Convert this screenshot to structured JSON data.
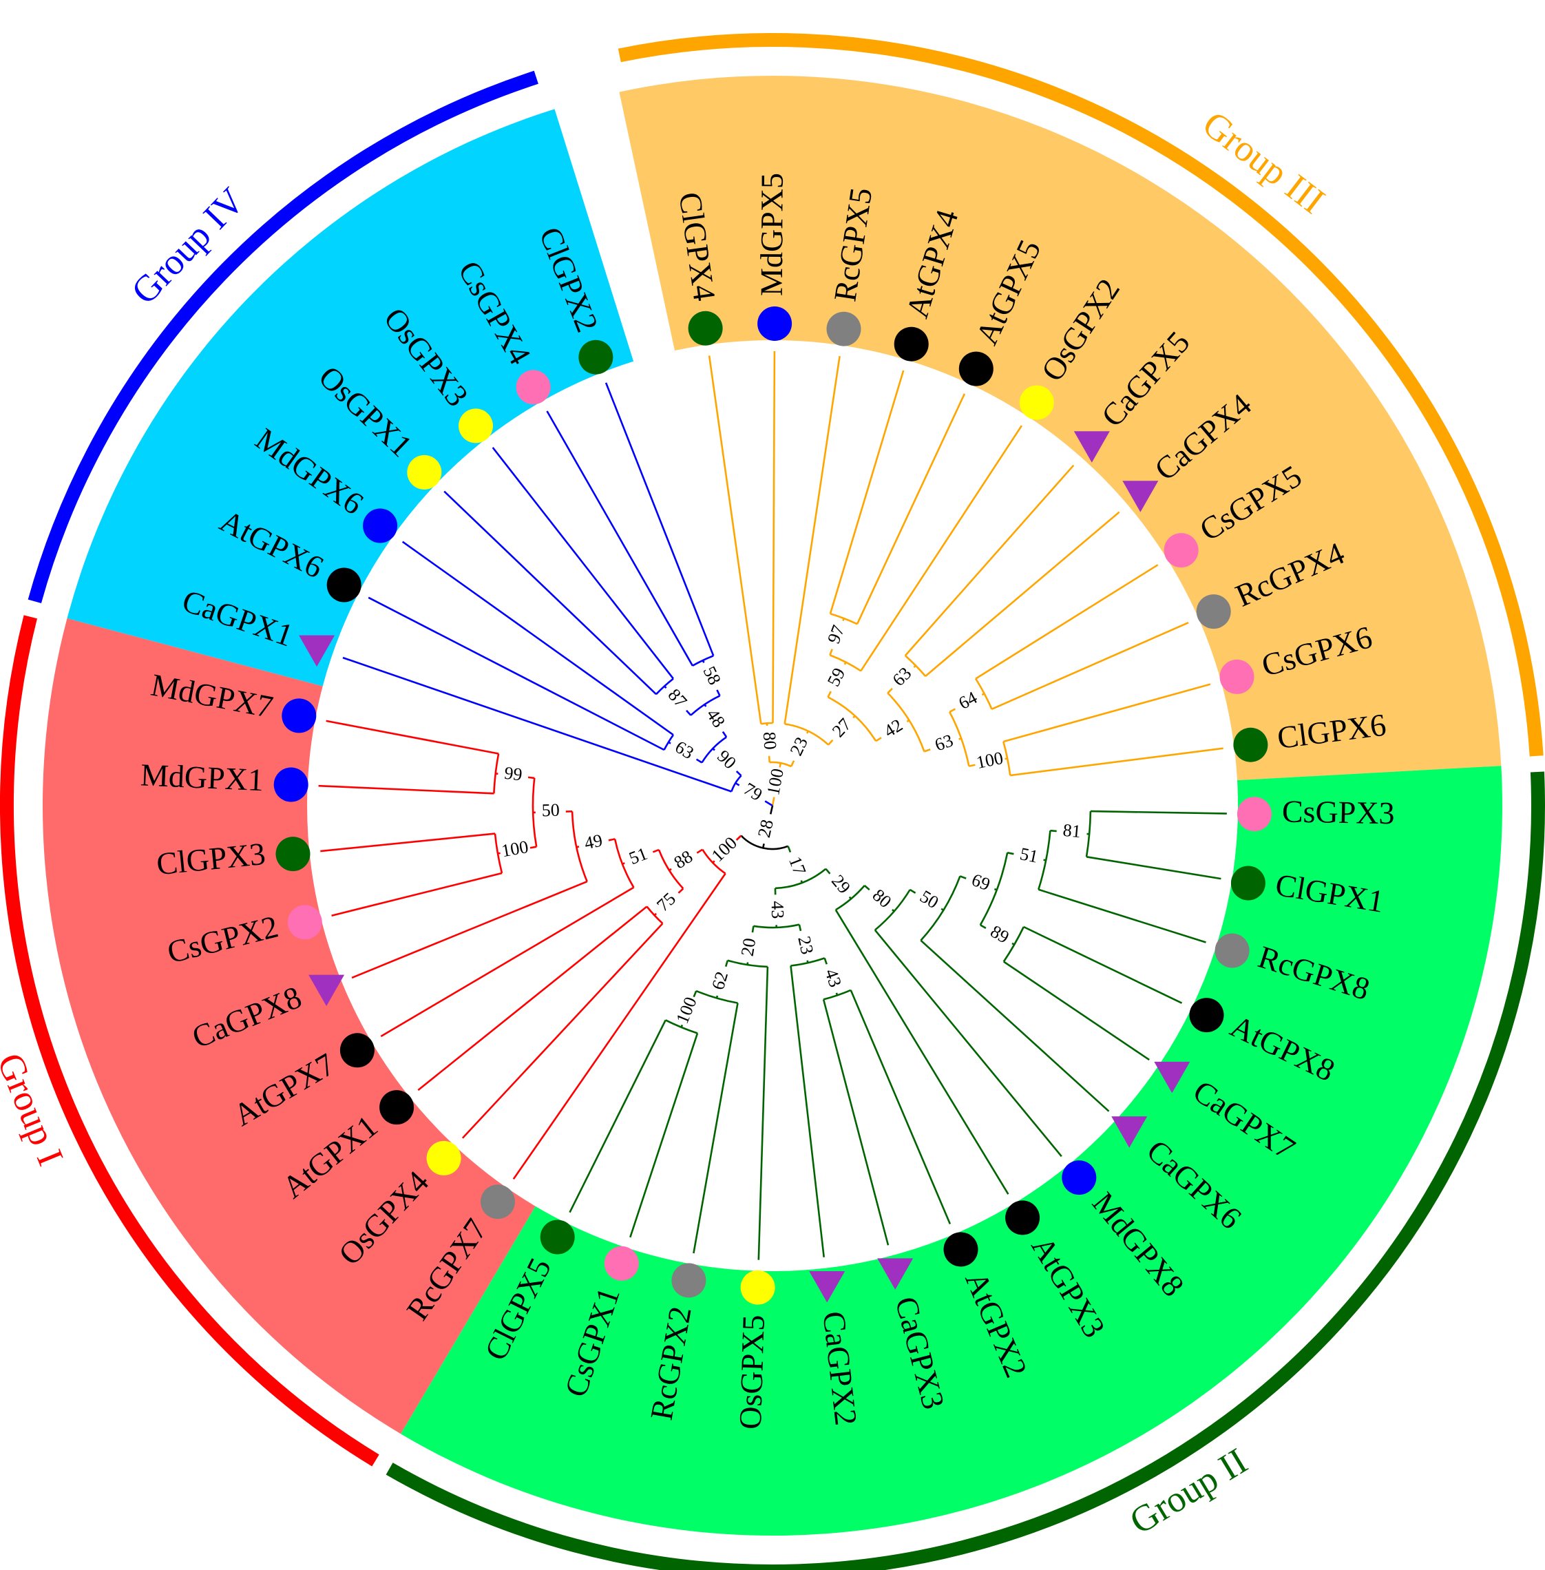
{
  "groups": [
    {
      "id": "I",
      "label": "Group I",
      "color": "#ff0000",
      "bg": "#ff6b6b"
    },
    {
      "id": "II",
      "label": "Group II",
      "color": "#006400",
      "bg": "#00ff66"
    },
    {
      "id": "III",
      "label": "Group III",
      "color": "#ffa500",
      "bg": "#ffc966"
    },
    {
      "id": "IV",
      "label": "Group IV",
      "color": "#0000ff",
      "bg": "#00d4ff"
    }
  ],
  "root_color": "#000000",
  "marker_colors": {
    "Cl": "#006400",
    "Cs": "#ff6fb4",
    "Os": "#ffff00",
    "Md": "#0000ff",
    "At": "#000000",
    "Rc": "#808080",
    "Ca": "#a030c0"
  },
  "leaves": [
    {
      "name": "ClGPX4",
      "group": "III",
      "species": "Cl",
      "shape": "circle"
    },
    {
      "name": "MdGPX5",
      "group": "III",
      "species": "Md",
      "shape": "circle"
    },
    {
      "name": "RcGPX5",
      "group": "III",
      "species": "Rc",
      "shape": "circle"
    },
    {
      "name": "AtGPX4",
      "group": "III",
      "species": "At",
      "shape": "circle"
    },
    {
      "name": "AtGPX5",
      "group": "III",
      "species": "At",
      "shape": "circle"
    },
    {
      "name": "OsGPX2",
      "group": "III",
      "species": "Os",
      "shape": "circle"
    },
    {
      "name": "CaGPX5",
      "group": "III",
      "species": "Ca",
      "shape": "triangle"
    },
    {
      "name": "CaGPX4",
      "group": "III",
      "species": "Ca",
      "shape": "triangle"
    },
    {
      "name": "CsGPX5",
      "group": "III",
      "species": "Cs",
      "shape": "circle"
    },
    {
      "name": "RcGPX4",
      "group": "III",
      "species": "Rc",
      "shape": "circle"
    },
    {
      "name": "CsGPX6",
      "group": "III",
      "species": "Cs",
      "shape": "circle"
    },
    {
      "name": "ClGPX6",
      "group": "III",
      "species": "Cl",
      "shape": "circle"
    },
    {
      "name": "CsGPX3",
      "group": "II",
      "species": "Cs",
      "shape": "circle"
    },
    {
      "name": "ClGPX1",
      "group": "II",
      "species": "Cl",
      "shape": "circle"
    },
    {
      "name": "RcGPX8",
      "group": "II",
      "species": "Rc",
      "shape": "circle"
    },
    {
      "name": "AtGPX8",
      "group": "II",
      "species": "At",
      "shape": "circle"
    },
    {
      "name": "CaGPX7",
      "group": "II",
      "species": "Ca",
      "shape": "triangle"
    },
    {
      "name": "CaGPX6",
      "group": "II",
      "species": "Ca",
      "shape": "triangle"
    },
    {
      "name": "MdGPX8",
      "group": "II",
      "species": "Md",
      "shape": "circle"
    },
    {
      "name": "AtGPX3",
      "group": "II",
      "species": "At",
      "shape": "circle"
    },
    {
      "name": "AtGPX2",
      "group": "II",
      "species": "At",
      "shape": "circle"
    },
    {
      "name": "CaGPX3",
      "group": "II",
      "species": "Ca",
      "shape": "triangle"
    },
    {
      "name": "CaGPX2",
      "group": "II",
      "species": "Ca",
      "shape": "triangle"
    },
    {
      "name": "OsGPX5",
      "group": "II",
      "species": "Os",
      "shape": "circle"
    },
    {
      "name": "RcGPX2",
      "group": "II",
      "species": "Rc",
      "shape": "circle"
    },
    {
      "name": "CsGPX1",
      "group": "II",
      "species": "Cs",
      "shape": "circle"
    },
    {
      "name": "ClGPX5",
      "group": "II",
      "species": "Cl",
      "shape": "circle"
    },
    {
      "name": "RcGPX7",
      "group": "I",
      "species": "Rc",
      "shape": "circle"
    },
    {
      "name": "OsGPX4",
      "group": "I",
      "species": "Os",
      "shape": "circle"
    },
    {
      "name": "AtGPX1",
      "group": "I",
      "species": "At",
      "shape": "circle"
    },
    {
      "name": "AtGPX7",
      "group": "I",
      "species": "At",
      "shape": "circle"
    },
    {
      "name": "CaGPX8",
      "group": "I",
      "species": "Ca",
      "shape": "triangle"
    },
    {
      "name": "CsGPX2",
      "group": "I",
      "species": "Cs",
      "shape": "circle"
    },
    {
      "name": "ClGPX3",
      "group": "I",
      "species": "Cl",
      "shape": "circle"
    },
    {
      "name": "MdGPX1",
      "group": "I",
      "species": "Md",
      "shape": "circle"
    },
    {
      "name": "MdGPX7",
      "group": "I",
      "species": "Md",
      "shape": "circle"
    },
    {
      "name": "CaGPX1",
      "group": "IV",
      "species": "Ca",
      "shape": "triangle"
    },
    {
      "name": "AtGPX6",
      "group": "IV",
      "species": "At",
      "shape": "circle"
    },
    {
      "name": "MdGPX6",
      "group": "IV",
      "species": "Md",
      "shape": "circle"
    },
    {
      "name": "OsGPX1",
      "group": "IV",
      "species": "Os",
      "shape": "circle"
    },
    {
      "name": "OsGPX3",
      "group": "IV",
      "species": "Os",
      "shape": "circle"
    },
    {
      "name": "CsGPX4",
      "group": "IV",
      "species": "Cs",
      "shape": "circle"
    },
    {
      "name": "ClGPX2",
      "group": "IV",
      "species": "Cl",
      "shape": "circle"
    }
  ],
  "tree": {
    "group": "root",
    "children": [
      {
        "group": "III",
        "bootstrap": "100",
        "children": [
          {
            "group": "III",
            "bootstrap": "80",
            "children": [
              {
                "leaf": 0
              },
              {
                "leaf": 1
              }
            ]
          },
          {
            "group": "III",
            "bootstrap": "23",
            "children": [
              {
                "leaf": 2
              },
              {
                "group": "III",
                "bootstrap": "27",
                "children": [
                  {
                    "group": "III",
                    "bootstrap": "59",
                    "children": [
                      {
                        "group": "III",
                        "bootstrap": "97",
                        "children": [
                          {
                            "leaf": 3
                          },
                          {
                            "leaf": 4
                          }
                        ]
                      },
                      {
                        "leaf": 5
                      }
                    ]
                  },
                  {
                    "group": "III",
                    "bootstrap": "42",
                    "children": [
                      {
                        "group": "III",
                        "bootstrap": "63",
                        "children": [
                          {
                            "leaf": 6
                          },
                          {
                            "leaf": 7
                          }
                        ]
                      },
                      {
                        "group": "III",
                        "bootstrap": "63",
                        "children": [
                          {
                            "group": "III",
                            "bootstrap": "64",
                            "children": [
                              {
                                "leaf": 8
                              },
                              {
                                "leaf": 9
                              }
                            ]
                          },
                          {
                            "group": "III",
                            "bootstrap": "100",
                            "children": [
                              {
                                "leaf": 10
                              },
                              {
                                "leaf": 11
                              }
                            ]
                          }
                        ]
                      }
                    ]
                  }
                ]
              }
            ]
          }
        ]
      },
      {
        "group": "root",
        "bootstrap": "28",
        "children": [
          {
            "group": "II",
            "bootstrap": "17",
            "children": [
              {
                "group": "II",
                "bootstrap": "29",
                "children": [
                  {
                    "group": "II",
                    "bootstrap": "80",
                    "children": [
                      {
                        "group": "II",
                        "bootstrap": "50",
                        "children": [
                          {
                            "group": "II",
                            "bootstrap": "69",
                            "children": [
                              {
                                "group": "II",
                                "bootstrap": "51",
                                "children": [
                                  {
                                    "group": "II",
                                    "bootstrap": "81",
                                    "children": [
                                      {
                                        "leaf": 12
                                      },
                                      {
                                        "leaf": 13
                                      }
                                    ]
                                  },
                                  {
                                    "leaf": 14
                                  }
                                ]
                              },
                              {
                                "group": "II",
                                "bootstrap": "89",
                                "children": [
                                  {
                                    "leaf": 15
                                  },
                                  {
                                    "leaf": 16
                                  }
                                ]
                              }
                            ]
                          },
                          {
                            "leaf": 17
                          }
                        ]
                      },
                      {
                        "leaf": 18
                      }
                    ]
                  },
                  {
                    "leaf": 19
                  }
                ]
              },
              {
                "group": "II",
                "bootstrap": "43",
                "children": [
                  {
                    "group": "II",
                    "bootstrap": "23",
                    "children": [
                      {
                        "group": "II",
                        "bootstrap": "43",
                        "children": [
                          {
                            "leaf": 20
                          },
                          {
                            "leaf": 21
                          }
                        ]
                      },
                      {
                        "leaf": 22
                      }
                    ]
                  },
                  {
                    "group": "II",
                    "bootstrap": "20",
                    "children": [
                      {
                        "leaf": 23
                      },
                      {
                        "group": "II",
                        "bootstrap": "62",
                        "children": [
                          {
                            "leaf": 24
                          },
                          {
                            "group": "II",
                            "bootstrap": "100",
                            "children": [
                              {
                                "leaf": 25
                              },
                              {
                                "leaf": 26
                              }
                            ]
                          }
                        ]
                      }
                    ]
                  }
                ]
              }
            ]
          },
          {
            "group": "I",
            "bootstrap": "100",
            "children": [
              {
                "leaf": 27
              },
              {
                "group": "I",
                "bootstrap": "88",
                "children": [
                  {
                    "group": "I",
                    "bootstrap": "75",
                    "children": [
                      {
                        "leaf": 28
                      },
                      {
                        "leaf": 29
                      }
                    ]
                  },
                  {
                    "group": "I",
                    "bootstrap": "51",
                    "children": [
                      {
                        "leaf": 30
                      },
                      {
                        "group": "I",
                        "bootstrap": "49",
                        "children": [
                          {
                            "leaf": 31
                          },
                          {
                            "group": "I",
                            "bootstrap": "50",
                            "children": [
                              {
                                "group": "I",
                                "bootstrap": "100",
                                "children": [
                                  {
                                    "leaf": 32
                                  },
                                  {
                                    "leaf": 33
                                  }
                                ]
                              },
                              {
                                "group": "I",
                                "bootstrap": "99",
                                "children": [
                                  {
                                    "leaf": 34
                                  },
                                  {
                                    "leaf": 35
                                  }
                                ]
                              }
                            ]
                          }
                        ]
                      }
                    ]
                  }
                ]
              }
            ]
          }
        ]
      },
      {
        "group": "IV",
        "bootstrap": "79",
        "children": [
          {
            "leaf": 36
          },
          {
            "group": "IV",
            "bootstrap": "90",
            "children": [
              {
                "group": "IV",
                "bootstrap": "63",
                "children": [
                  {
                    "leaf": 37
                  },
                  {
                    "leaf": 38
                  }
                ]
              },
              {
                "group": "IV",
                "bootstrap": "48",
                "children": [
                  {
                    "group": "IV",
                    "bootstrap": "87",
                    "children": [
                      {
                        "leaf": 39
                      },
                      {
                        "leaf": 40
                      }
                    ]
                  },
                  {
                    "group": "IV",
                    "bootstrap": "58",
                    "children": [
                      {
                        "leaf": 41
                      },
                      {
                        "leaf": 42
                      }
                    ]
                  }
                ]
              }
            ]
          }
        ]
      }
    ]
  }
}
